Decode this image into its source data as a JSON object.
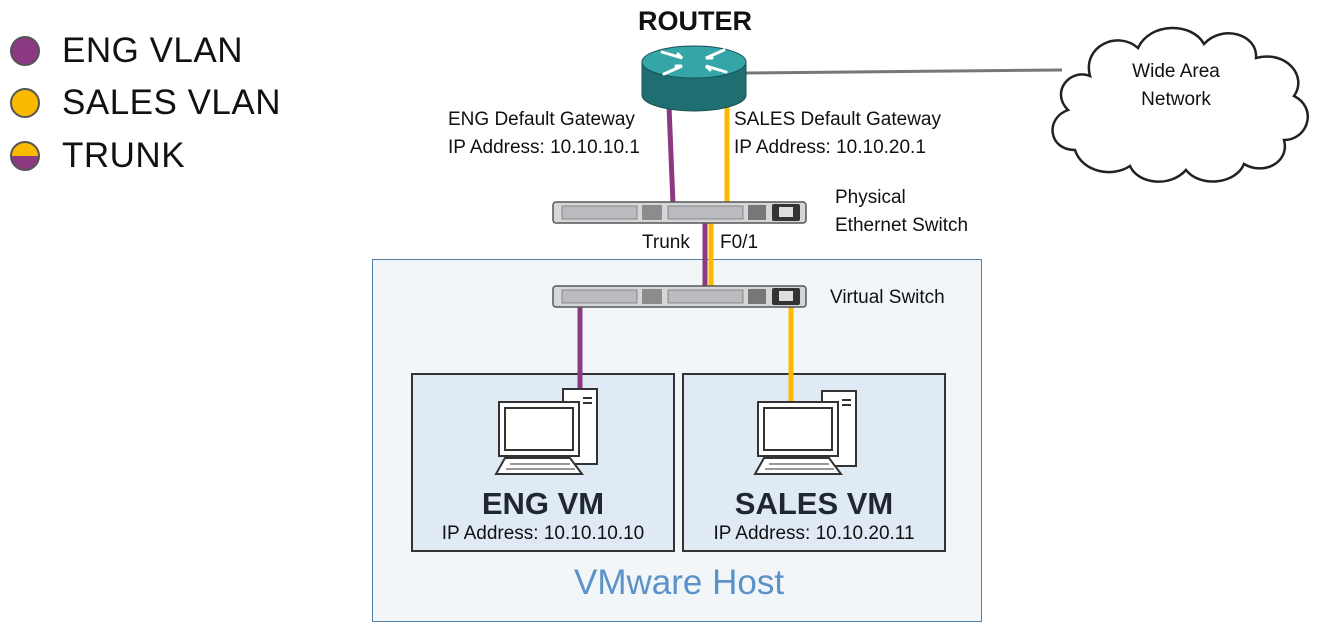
{
  "legend": {
    "items": [
      {
        "label": "ENG VLAN",
        "icon": "purple-circle-icon"
      },
      {
        "label": "SALES VLAN",
        "icon": "yellow-circle-icon"
      },
      {
        "label": "TRUNK",
        "icon": "half-purple-half-yellow-circle-icon"
      }
    ]
  },
  "router": {
    "title": "ROUTER"
  },
  "gateways": {
    "eng": {
      "line1": "ENG Default Gateway",
      "line2": "IP Address: 10.10.10.1"
    },
    "sales": {
      "line1": "SALES Default Gateway",
      "line2": "IP Address: 10.10.20.1"
    }
  },
  "wan": {
    "line1": "Wide Area",
    "line2": "Network"
  },
  "physical_switch": {
    "line1": "Physical",
    "line2": "Ethernet Switch"
  },
  "trunk": {
    "label": "Trunk",
    "port": "F0/1"
  },
  "virtual_switch": {
    "label": "Virtual Switch"
  },
  "vms": {
    "eng": {
      "title": "ENG VM",
      "ip": "IP Address: 10.10.10.10"
    },
    "sales": {
      "title": "SALES VM",
      "ip": "IP Address: 10.10.20.11"
    }
  },
  "host": {
    "label": "VMware Host"
  },
  "colors": {
    "eng": "#8b3a82",
    "sales": "#fbb900",
    "router": "#2e9a9c",
    "host_label": "#5a93c9"
  }
}
